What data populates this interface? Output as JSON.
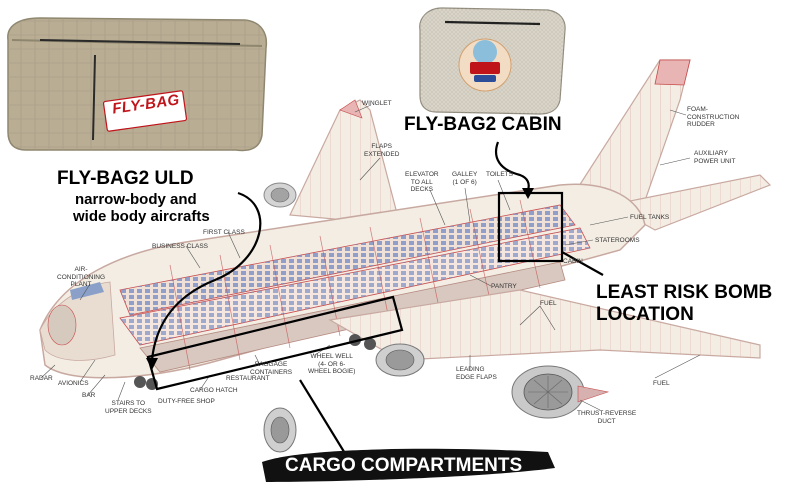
{
  "callouts": {
    "fly_bag2_uld_title": "FLY-BAG2 ULD",
    "fly_bag2_uld_line1": "narrow-body and",
    "fly_bag2_uld_line2": "wide body aircrafts",
    "fly_bag2_cabin": "FLY-BAG2 CABIN",
    "least_risk_line1": "LEAST RISK BOMB",
    "least_risk_line2": "LOCATION",
    "cargo_compartments": "CARGO COMPARTMENTS"
  },
  "bag_label": "FLY-BAG",
  "labels": {
    "winglet": "WINGLET",
    "flaps_extended_1": "FLAPS",
    "flaps_extended_2": "EXTENDED",
    "elevator_1": "ELEVATOR",
    "elevator_2": "TO ALL",
    "elevator_3": "DECKS",
    "galley_1": "GALLEY",
    "galley_2": "(1 OF 6)",
    "toilets": "TOILETS",
    "foam_1": "FOAM-",
    "foam_2": "CONSTRUCTION",
    "foam_3": "RUDDER",
    "apu_1": "AUXILIARY",
    "apu_2": "POWER UNIT",
    "fuel_tanks": "FUEL TANKS",
    "staterooms": "STATEROOMS",
    "cabin": "CABIN",
    "first_class": "FIRST CLASS",
    "business_class": "BUSINESS CLASS",
    "air_cond_1": "AIR-",
    "air_cond_2": "CONDITIONING",
    "air_cond_3": "PLANT",
    "pantry": "PANTRY",
    "fuel_wing": "FUEL",
    "radar": "RADAR",
    "avionics": "AVIONICS",
    "bar": "BAR",
    "stairs_1": "STAIRS TO",
    "stairs_2": "UPPER DECKS",
    "duty_free": "DUTY-FREE SHOP",
    "cargo_hatch": "CARGO HATCH",
    "restaurant": "RESTAURANT",
    "baggage_1": "BAGGAGE",
    "baggage_2": "CONTAINERS",
    "wheel_well_1": "WHEEL WELL",
    "wheel_well_2": "(4- OR 6-",
    "wheel_well_3": "WHEEL BOGIE)",
    "leading_edge_1": "LEADING",
    "leading_edge_2": "EDGE FLAPS",
    "fuel_tip": "FUEL",
    "thrust_1": "THRUST-REVERSE",
    "thrust_2": "DUCT"
  },
  "colors": {
    "fuselage_fill": "#f3ede4",
    "fuselage_stroke": "#c8a9a0",
    "frame_red": "#c84a4a",
    "seat_blue": "#7a8fc4",
    "cargo_deck": "#d8c8c0",
    "bag_fill": "#b9ae94",
    "bag_dark": "#8f866f",
    "cabin_bag_fill": "#d9d4c8",
    "engine_gray": "#b8b8b8",
    "red_text": "#c0141b"
  }
}
